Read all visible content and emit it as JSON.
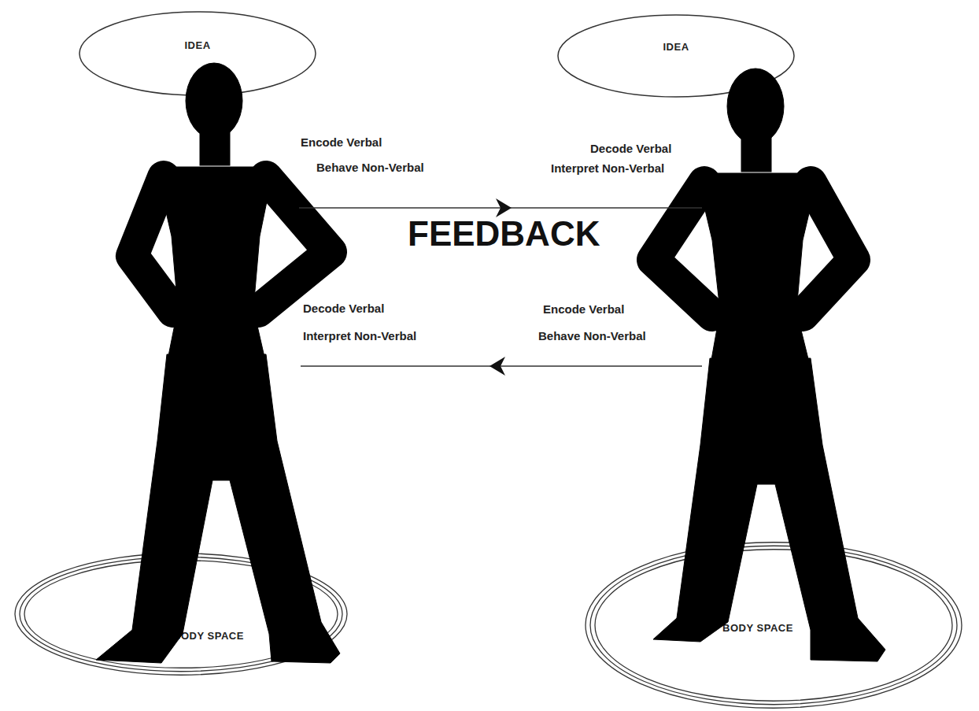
{
  "diagram": {
    "nodes": [
      {
        "text": [
          "IDEA"
        ]
      },
      {
        "text": [
          "IDEA"
        ]
      },
      {
        "text": [
          "BODY SPACE"
        ]
      },
      {
        "text": [
          "BODY SPACE"
        ]
      }
    ],
    "labels": [
      "Encode Verbal",
      "Behave Non-Verbal",
      "Decode Verbal",
      "Interpret Non-Verbal",
      "FEEDBACK",
      "Decode Verbal",
      "Interpret Non-Verbal",
      "Encode Verbal",
      "Behave Non-Verbal"
    ]
  }
}
